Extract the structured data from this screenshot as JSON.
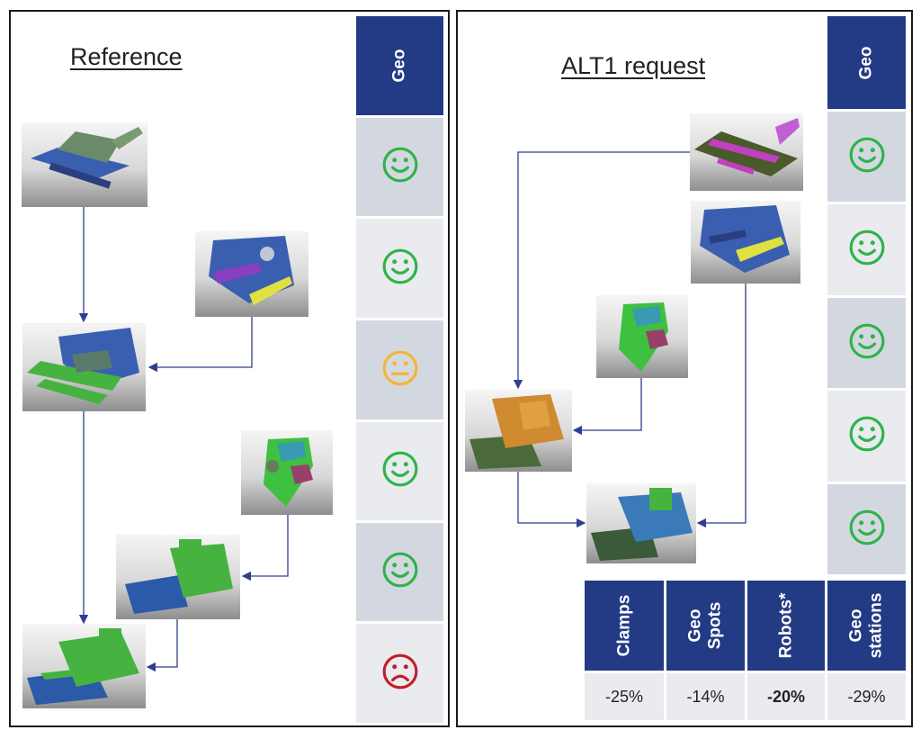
{
  "left": {
    "title": "Reference",
    "column_header": "Geo",
    "ratings": [
      "happy",
      "happy",
      "neutral",
      "happy",
      "happy",
      "sad"
    ]
  },
  "right": {
    "title": "ALT1 request",
    "column_header": "Geo",
    "ratings": [
      "happy",
      "happy",
      "happy",
      "happy",
      "happy"
    ],
    "summary_headers": [
      "Clamps",
      "Geo\nSpots",
      "Robots*",
      "Geo\nstations"
    ],
    "summary_values": [
      "-25%",
      "-14%",
      "-20%",
      "-29%"
    ]
  },
  "colors": {
    "header_blue": "#233a85",
    "happy": "#2fb34a",
    "neutral": "#f2b632",
    "sad": "#c0202a",
    "arrow": "#2f3f8f"
  }
}
